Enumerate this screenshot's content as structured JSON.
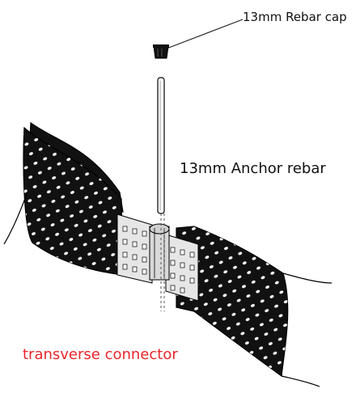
{
  "labels": {
    "rebar_cap": "13mm Rebar cap",
    "anchor_rebar": "13mm Anchor rebar",
    "connector": "transverse connector"
  },
  "colors": {
    "cell_fill": "#111111",
    "outline": "#000000",
    "perforation": "#ffffff",
    "connector_fill": "#e6e6e6",
    "connector_label": "#e8262b",
    "text": "#111111"
  }
}
